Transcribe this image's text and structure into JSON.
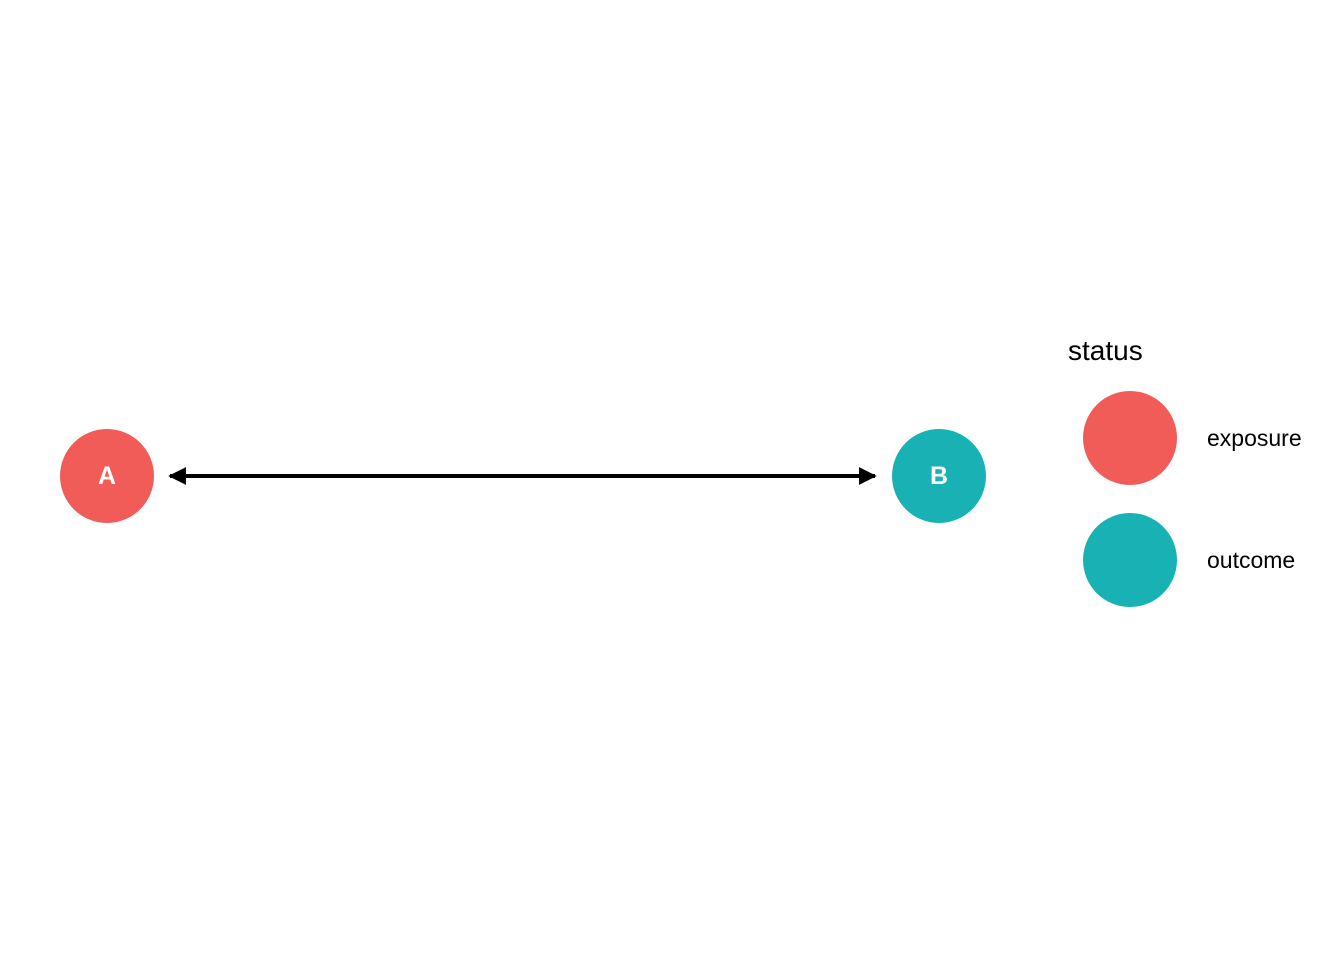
{
  "diagram": {
    "type": "dag",
    "nodes": [
      {
        "id": "A",
        "label": "A",
        "status": "exposure"
      },
      {
        "id": "B",
        "label": "B",
        "status": "outcome"
      }
    ],
    "edges": [
      {
        "from": "A",
        "to": "B",
        "direction": "bidirectional"
      }
    ],
    "legend": {
      "title": "status",
      "items": [
        {
          "label": "exposure"
        },
        {
          "label": "outcome"
        }
      ]
    }
  },
  "colors": {
    "exposure": "#F15B58",
    "outcome": "#18B2B5",
    "edge": "#000000",
    "node_text": "#FFFFFF",
    "background": "#FFFFFF",
    "legend_text": "#000000"
  }
}
